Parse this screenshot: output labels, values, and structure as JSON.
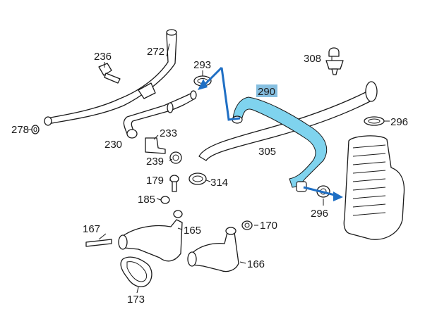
{
  "colors": {
    "highlight": "#7fd3ee",
    "arrow": "#1f6fc4",
    "label_bg": "#86bfe0",
    "line": "#1a1a1a"
  },
  "labels": {
    "l236": "236",
    "l272": "272",
    "l293": "293",
    "l308": "308",
    "l290": "290",
    "l296a": "296",
    "l278": "278",
    "l230": "230",
    "l233": "233",
    "l305": "305",
    "l239": "239",
    "l179": "179",
    "l314": "314",
    "l185": "185",
    "l296b": "296",
    "l167": "167",
    "l165": "165",
    "l170": "170",
    "l166": "166",
    "l173": "173"
  }
}
